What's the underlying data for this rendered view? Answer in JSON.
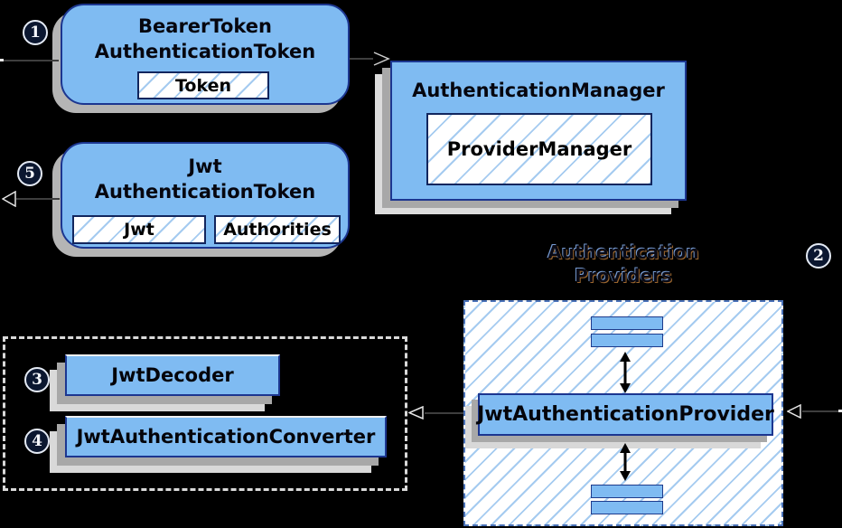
{
  "colors": {
    "background": "#000000",
    "box_fill": "#7FBBF2",
    "box_border": "#1C3690",
    "hatch_line": "#A5CBF0",
    "shadow_near": "#A8A8A8",
    "shadow_far": "#D9D9D9",
    "rounded_shadow": "#B5B5B5",
    "dashed_blue_border": "#4A72B8",
    "dashed_gray_border": "#D9D9D9",
    "arrow": "#000000",
    "badge_text": "#F4F6FA"
  },
  "icons": {
    "right_open_arrowhead": "right-open-arrowhead",
    "left_open_arrowhead": "left-open-arrowhead",
    "double_headed_arrow": "double-headed-arrow"
  },
  "nodes": {
    "bearer_token_box": {
      "badge": "1",
      "line1": "BearerToken",
      "line2": "AuthenticationToken",
      "field": "Token"
    },
    "jwt_token_box": {
      "badge": "5",
      "line1": "Jwt",
      "line2": "AuthenticationToken",
      "field_jwt": "Jwt",
      "field_authorities": "Authorities"
    },
    "authentication_manager_box": {
      "title": "AuthenticationManager",
      "inner": "ProviderManager"
    },
    "providers_group": {
      "badge": "2",
      "heading_line1": "Authentication",
      "heading_line2": "Providers",
      "provider": "JwtAuthenticationProvider"
    },
    "decoder_box": {
      "badge": "3",
      "label": "JwtDecoder"
    },
    "converter_box": {
      "badge": "4",
      "label": "JwtAuthenticationConverter"
    }
  }
}
